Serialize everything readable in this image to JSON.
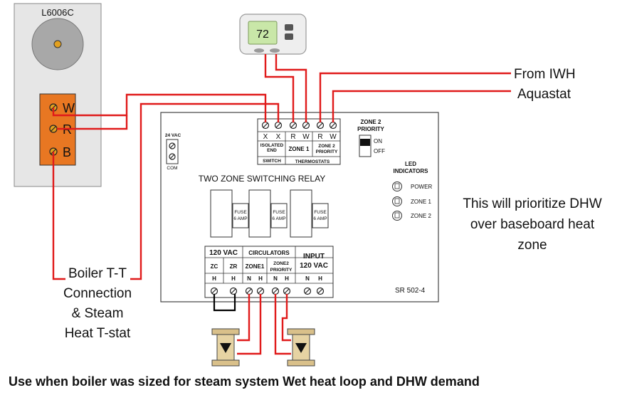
{
  "aquastat": {
    "model": "L6006C",
    "terminals": [
      "W",
      "R",
      "B"
    ]
  },
  "relay": {
    "title": "TWO ZONE SWITCHING RELAY",
    "model": "SR 502-4",
    "vac24": "24 VAC",
    "com": "COM",
    "top_terminals": [
      "X",
      "X",
      "R",
      "W",
      "R",
      "W"
    ],
    "isolated_end_switch": [
      "ISOLATED",
      "END",
      "SWITCH"
    ],
    "zone1": "ZONE 1",
    "zone2_priority": [
      "ZONE 2",
      "PRIORITY"
    ],
    "thermostats": "THERMOSTATS",
    "zone2_priority_switch": [
      "ZONE 2",
      "PRIORITY"
    ],
    "switch_on": "ON",
    "switch_off": "OFF",
    "led_indicators": [
      "LED",
      "INDICATORS"
    ],
    "leds": [
      "POWER",
      "ZONE 1",
      "ZONE 2"
    ],
    "fuses": [
      [
        "FUSE",
        "6 AMP"
      ],
      [
        "FUSE",
        "6 AMP"
      ],
      [
        "FUSE",
        "6 AMP"
      ]
    ],
    "vac120": "120 VAC",
    "circulators": "CIRCULATORS",
    "input": "INPUT",
    "input_vac": "120 VAC",
    "zc": "ZC",
    "zr": "ZR",
    "zone1_circ": "ZONE1",
    "zone2_circ": [
      "ZONE2",
      "PRIORITY"
    ],
    "bottom_terminals": [
      "H",
      "H",
      "N",
      "H",
      "N",
      "H",
      "N",
      "H"
    ]
  },
  "thermostat_display": "72",
  "labels": {
    "from_iwh": "From IWH",
    "aquastat": "Aquastat",
    "boiler": [
      "Boiler T-T",
      "Connection",
      "& Steam",
      "Heat T-stat"
    ],
    "priority_note": [
      "This will prioritize DHW",
      "over baseboard heat",
      "zone"
    ],
    "caption": "Use when boiler was sized for steam system Wet heat loop and DHW demand"
  }
}
